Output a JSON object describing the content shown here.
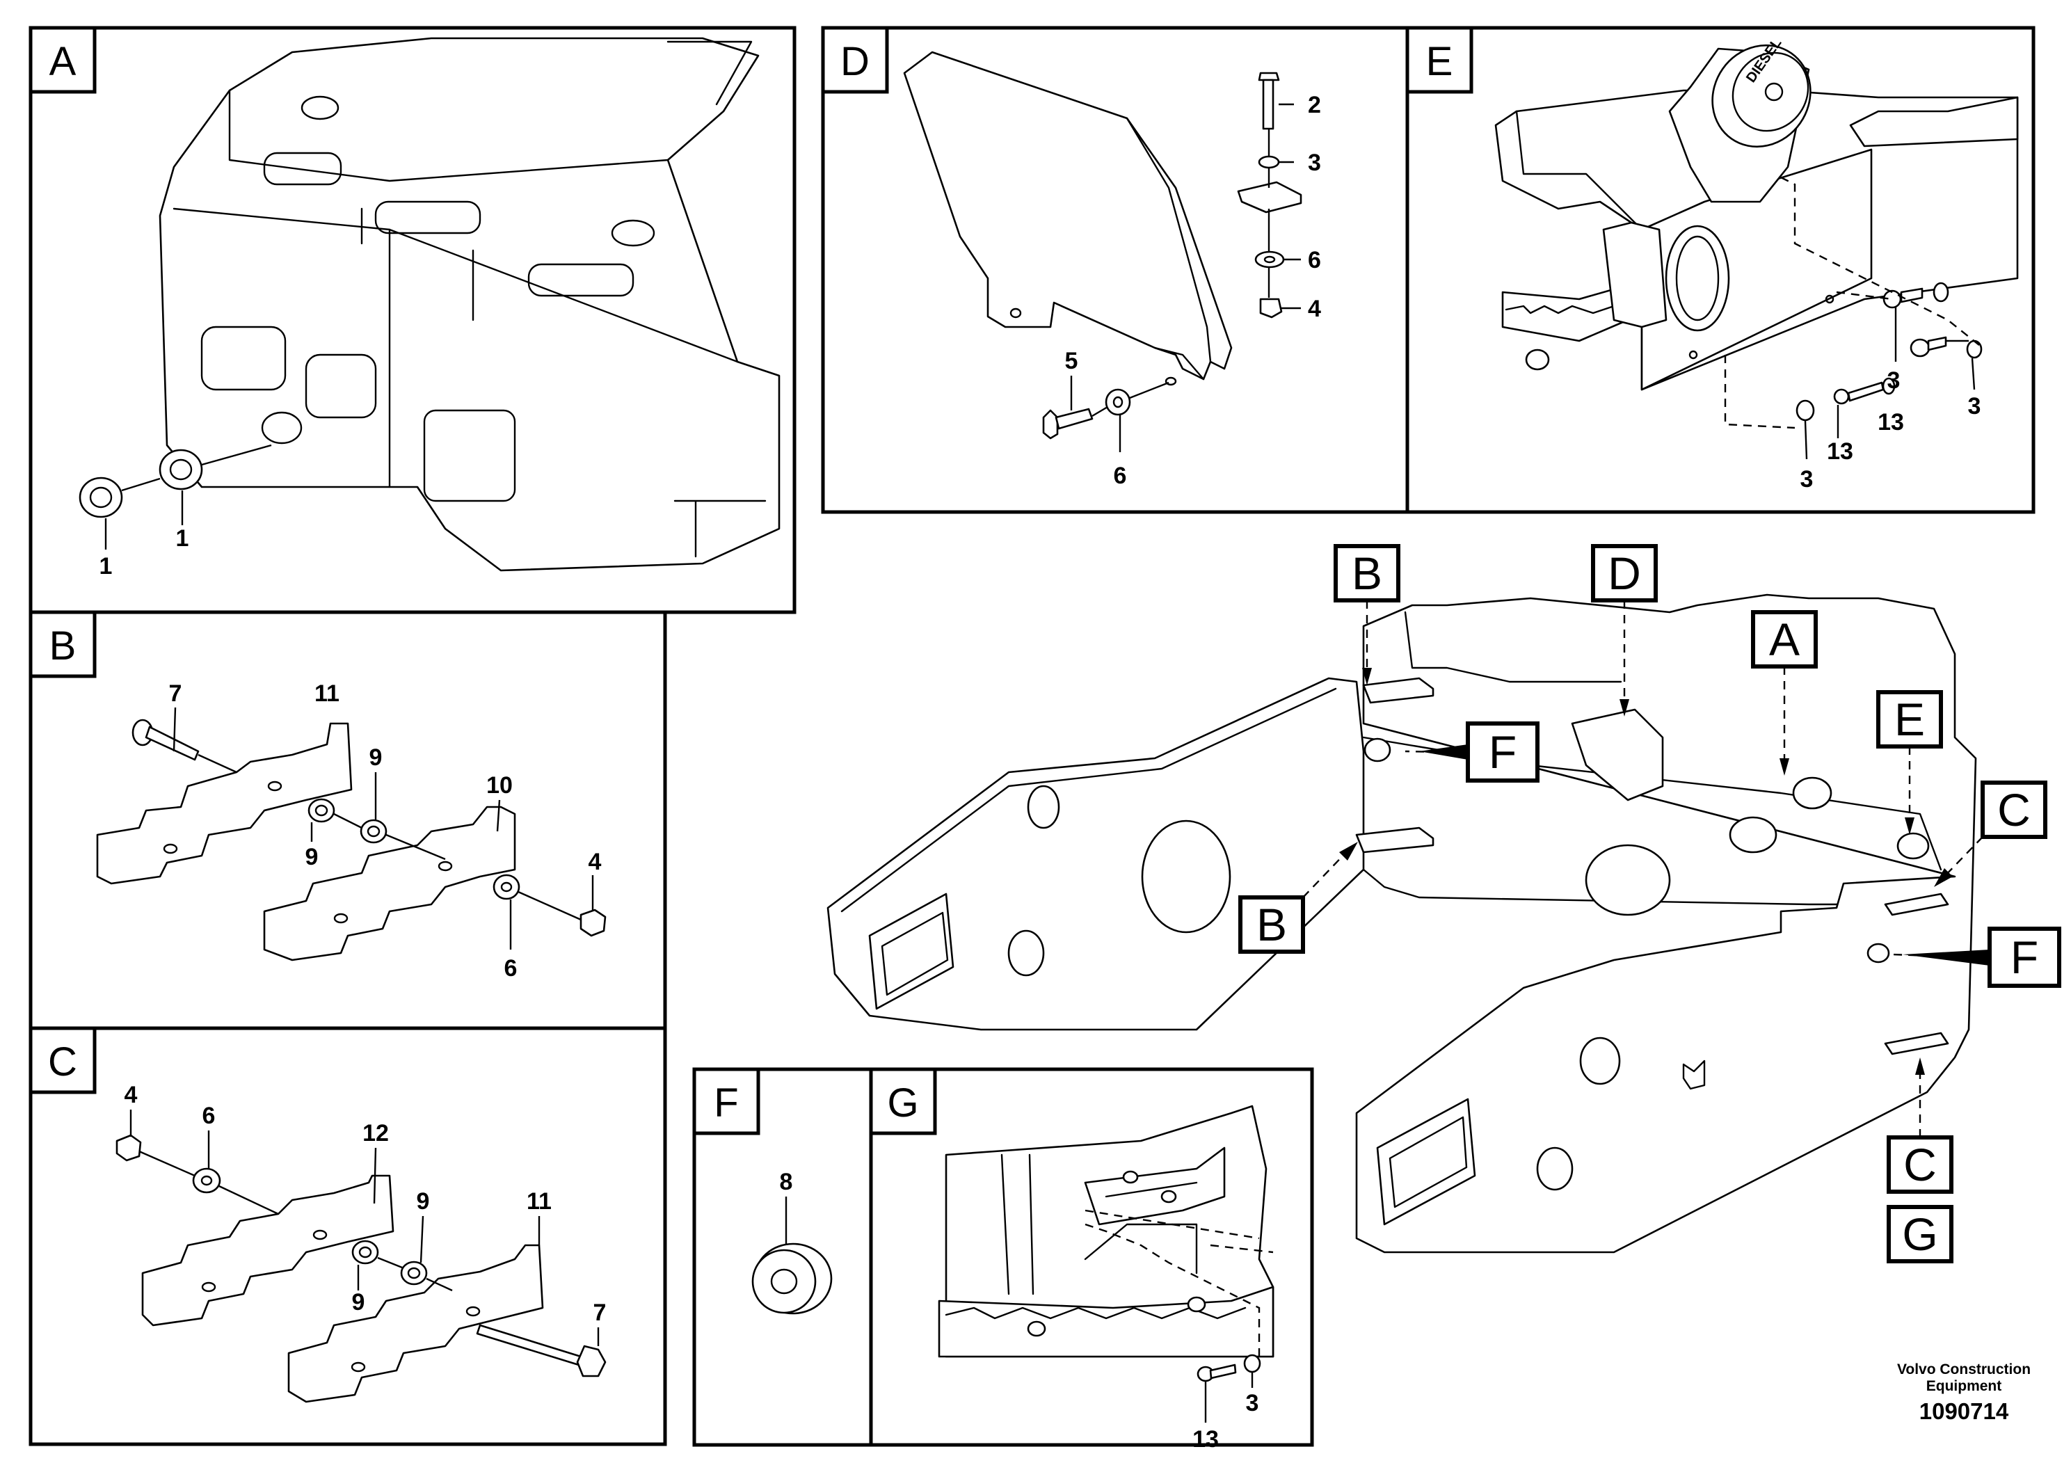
{
  "panels": {
    "A": {
      "label": "A",
      "items": [
        "1",
        "1"
      ]
    },
    "B": {
      "label": "B",
      "items": [
        "7",
        "11",
        "9",
        "10",
        "9",
        "4",
        "6"
      ]
    },
    "C": {
      "label": "C",
      "items": [
        "4",
        "6",
        "12",
        "9",
        "11",
        "9",
        "7"
      ]
    },
    "D": {
      "label": "D",
      "items": [
        "2",
        "3",
        "6",
        "4",
        "5",
        "6"
      ]
    },
    "E": {
      "label": "E",
      "items": [
        "3",
        "13",
        "3",
        "13",
        "3"
      ],
      "cap_text": "DIESEL"
    },
    "F": {
      "label": "F",
      "items": [
        "8"
      ]
    },
    "G": {
      "label": "G",
      "items": [
        "13",
        "3"
      ]
    }
  },
  "overview": {
    "callouts": [
      "B",
      "D",
      "A",
      "E",
      "F",
      "C",
      "B",
      "F",
      "C",
      "G"
    ]
  },
  "footer": {
    "brand_line1": "Volvo Construction",
    "brand_line2": "Equipment",
    "drawing_number": "1090714"
  }
}
